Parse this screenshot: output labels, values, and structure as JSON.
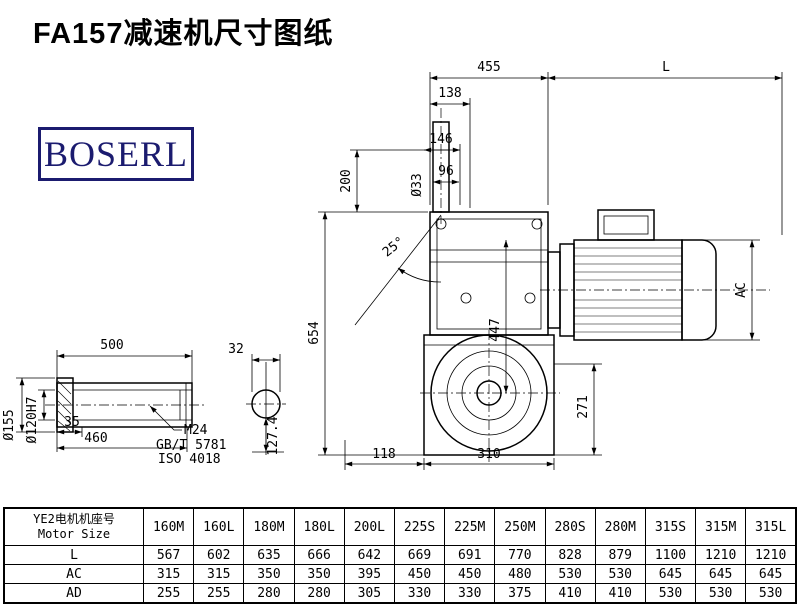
{
  "page": {
    "title": "FA157减速机尺寸图纸"
  },
  "logo": {
    "text": "BOSERL",
    "color": "#1b1b6f"
  },
  "drawing": {
    "d455": "455",
    "dL": "L",
    "d138": "138",
    "d146": "146",
    "d96": "96",
    "d33": "Ø33",
    "d200": "200",
    "a25": "25°",
    "d654": "654",
    "d447": "447",
    "dAC": "AC",
    "d271": "271",
    "d118": "118",
    "d310": "310",
    "d500": "500",
    "d32": "32",
    "d35": "35",
    "d460": "460",
    "d155": "Ø155",
    "d120": "Ø120H7",
    "m24": "M24",
    "gbt": "GB/T 5781",
    "iso": "ISO 4018",
    "d1274": "127.4"
  },
  "table": {
    "header_cn": "YE2电机机座号",
    "header_en": "Motor Size",
    "columns": [
      "160M",
      "160L",
      "180M",
      "180L",
      "200L",
      "225S",
      "225M",
      "250M",
      "280S",
      "280M",
      "315S",
      "315M",
      "315L"
    ],
    "rows": [
      {
        "label": "L",
        "values": [
          "567",
          "602",
          "635",
          "666",
          "642",
          "669",
          "691",
          "770",
          "828",
          "879",
          "1100",
          "1210",
          "1210"
        ]
      },
      {
        "label": "AC",
        "values": [
          "315",
          "315",
          "350",
          "350",
          "395",
          "450",
          "450",
          "480",
          "530",
          "530",
          "645",
          "645",
          "645"
        ]
      },
      {
        "label": "AD",
        "values": [
          "255",
          "255",
          "280",
          "280",
          "305",
          "330",
          "330",
          "375",
          "410",
          "410",
          "530",
          "530",
          "530"
        ]
      }
    ]
  }
}
